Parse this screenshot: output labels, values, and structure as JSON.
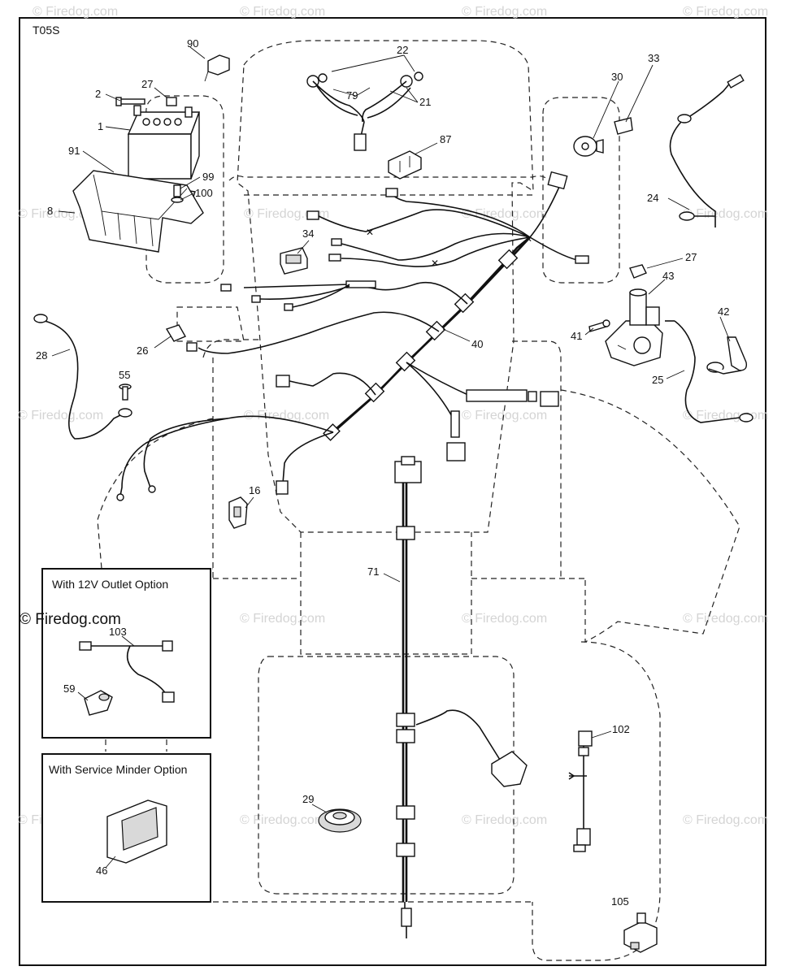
{
  "diagram_code": "T05S",
  "watermark": "© Firedog.com",
  "watermark_bold": "© Firedog.com",
  "options": {
    "outlet_title": "With 12V Outlet Option",
    "minder_title": "With Service Minder Option"
  },
  "callouts": {
    "c90": "90",
    "c22": "22",
    "c27a": "27",
    "c2": "2",
    "c79": "79",
    "c21": "21",
    "c30": "30",
    "c33": "33",
    "c1": "1",
    "c87": "87",
    "c91": "91",
    "c99": "99",
    "c100": "100",
    "c8": "8",
    "c24": "24",
    "c34": "34",
    "c27b": "27",
    "c43": "43",
    "c42": "42",
    "c41": "41",
    "c40": "40",
    "c26": "26",
    "c28": "28",
    "c55": "55",
    "c25": "25",
    "c16": "16",
    "c71": "71",
    "c103": "103",
    "c59": "59",
    "c102": "102",
    "c29": "29",
    "c46": "46",
    "c105": "105"
  }
}
